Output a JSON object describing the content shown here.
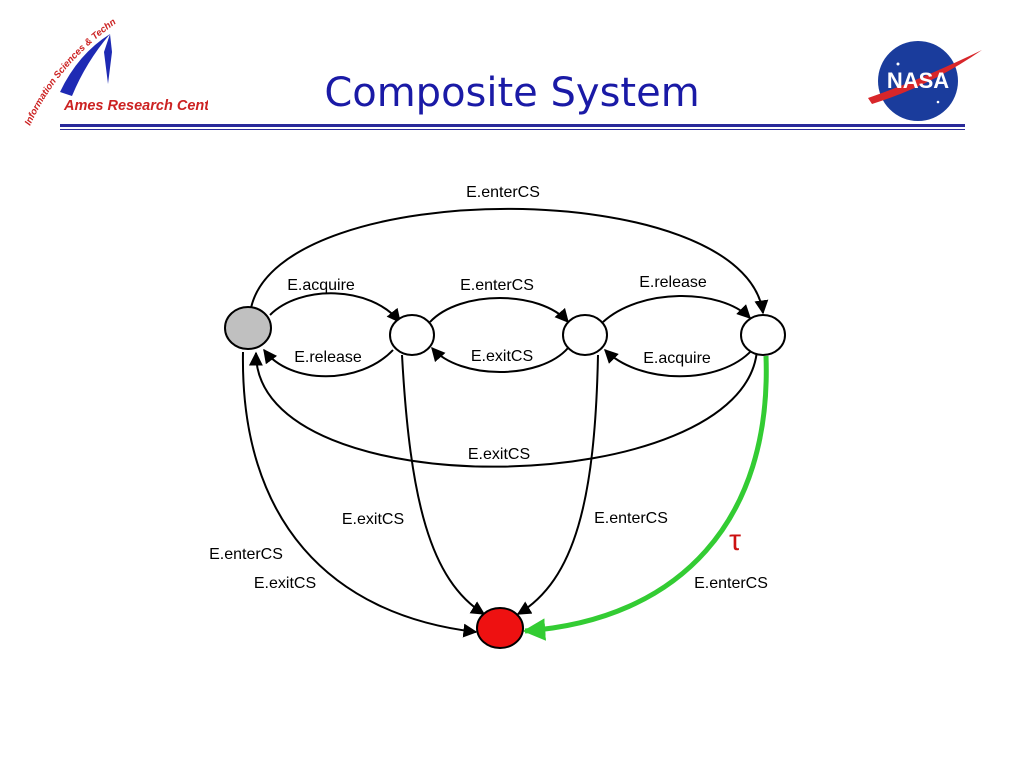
{
  "slide": {
    "title": "Composite System"
  },
  "ames_logo": {
    "arc_text": "Information Sciences & Technology",
    "wordmark": "Ames Research Center",
    "colors": {
      "red": "#cc2222",
      "blue": "#1e2ab4"
    }
  },
  "nasa_logo": {
    "text": "NASA",
    "colors": {
      "blue": "#1a3c9c",
      "red": "#d8262a"
    }
  },
  "diagram": {
    "states": [
      {
        "id": "initial",
        "fill": "#c0c0c0"
      },
      {
        "id": "s1",
        "fill": "#ffffff"
      },
      {
        "id": "s2",
        "fill": "#ffffff"
      },
      {
        "id": "s3",
        "fill": "#ffffff"
      },
      {
        "id": "error",
        "fill": "#ee1111"
      }
    ],
    "labels": {
      "top_enter": "E.enterCS",
      "acquire1": "E.acquire",
      "release1": "E.release",
      "enter2": "E.enterCS",
      "exit2": "E.exitCS",
      "release3": "E.release",
      "acquire3": "E.acquire",
      "exit_back": "E.exitCS",
      "left_enter": "E.enterCS",
      "left_exit": "E.exitCS",
      "s1_exit": "E.exitCS",
      "s2_enter": "E.enterCS",
      "tau": "τ",
      "s3_enter": "E.enterCS"
    },
    "colors": {
      "edge": "#000000",
      "tau_edge": "#33cc33",
      "tau_label": "#cc1111"
    }
  }
}
